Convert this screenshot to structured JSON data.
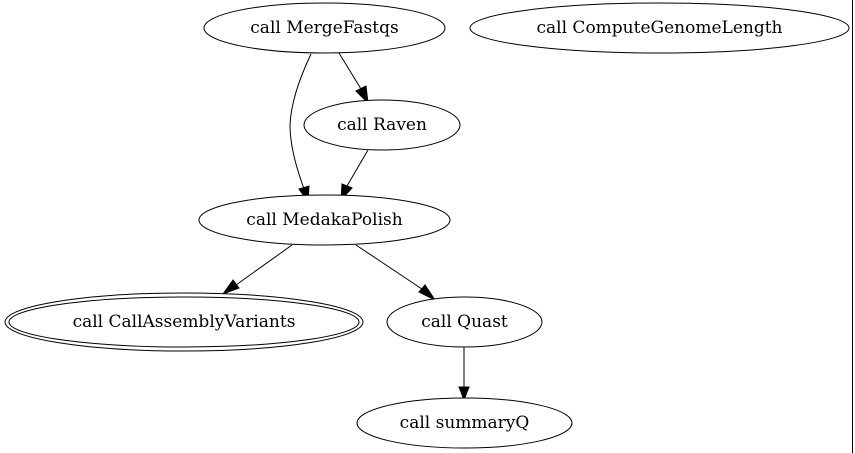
{
  "diagram": {
    "type": "workflow-graph",
    "nodes": [
      {
        "id": "merge_fastqs",
        "label": "call MergeFastqs",
        "terminal": false
      },
      {
        "id": "compute_genome_length",
        "label": "call ComputeGenomeLength",
        "terminal": false
      },
      {
        "id": "raven",
        "label": "call Raven",
        "terminal": false
      },
      {
        "id": "medaka_polish",
        "label": "call MedakaPolish",
        "terminal": false
      },
      {
        "id": "call_assembly_variants",
        "label": "call CallAssemblyVariants",
        "terminal": true
      },
      {
        "id": "quast",
        "label": "call Quast",
        "terminal": false
      },
      {
        "id": "summary_q",
        "label": "call summaryQ",
        "terminal": false
      }
    ],
    "edges": [
      {
        "from": "merge_fastqs",
        "to": "raven"
      },
      {
        "from": "merge_fastqs",
        "to": "medaka_polish"
      },
      {
        "from": "raven",
        "to": "medaka_polish"
      },
      {
        "from": "medaka_polish",
        "to": "call_assembly_variants"
      },
      {
        "from": "medaka_polish",
        "to": "quast"
      },
      {
        "from": "quast",
        "to": "summary_q"
      }
    ]
  }
}
